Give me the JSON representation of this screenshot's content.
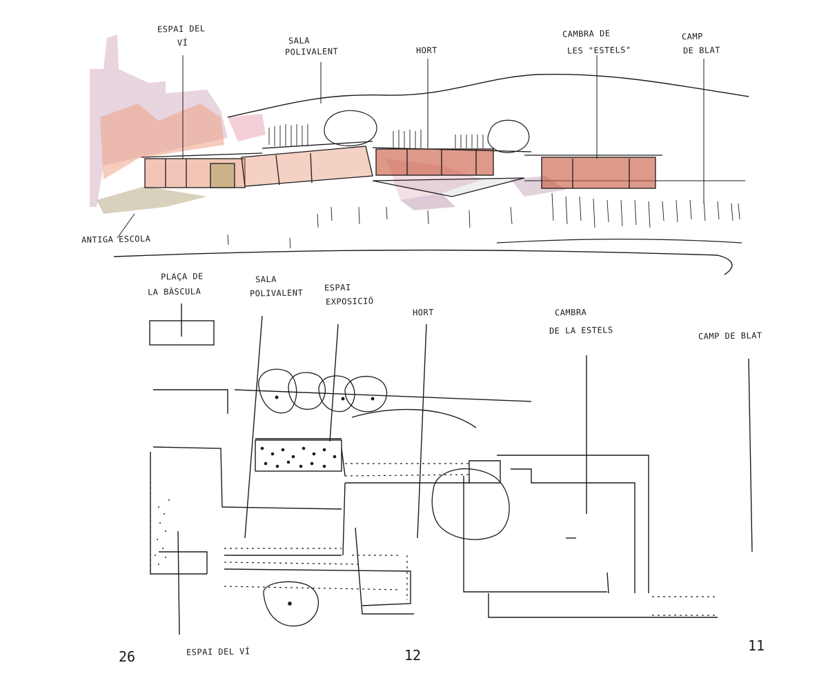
{
  "elevation": {
    "labels": {
      "espai_vi": [
        "ESPAI DEL",
        "VÍ"
      ],
      "sala_polivalent": [
        "SALA",
        "POLIVALENT"
      ],
      "hort": "HORT",
      "cambra": [
        "CAMBRA DE",
        "LES \"ESTELS\""
      ],
      "camp_blat": [
        "CAMP",
        "DE BLAT"
      ],
      "antiga_escola": "ANTIGA ESCOLA"
    }
  },
  "plan": {
    "labels": {
      "placa_bascula": [
        "PLAÇA DE",
        "LA BÀSCULA"
      ],
      "sala_polivalent": [
        "SALA",
        "POLIVALENT"
      ],
      "espai_exposicio": [
        "ESPAI",
        "EXPOSICIÓ"
      ],
      "hort": "HORT",
      "cambra": [
        "CAMBRA",
        "DE LA ESTELS"
      ],
      "camp_blat": "CAMP DE BLAT",
      "espai_vi": "ESPAI DEL VÍ"
    },
    "numbers": [
      "26",
      "12",
      "11"
    ]
  },
  "colors": {
    "ink": "#1a1a1a",
    "brick": "#c8553a",
    "brick_light": "#e89a7a",
    "pink": "#e9a0b0",
    "purple": "#9a6a8a",
    "olive": "#b3a76a"
  }
}
